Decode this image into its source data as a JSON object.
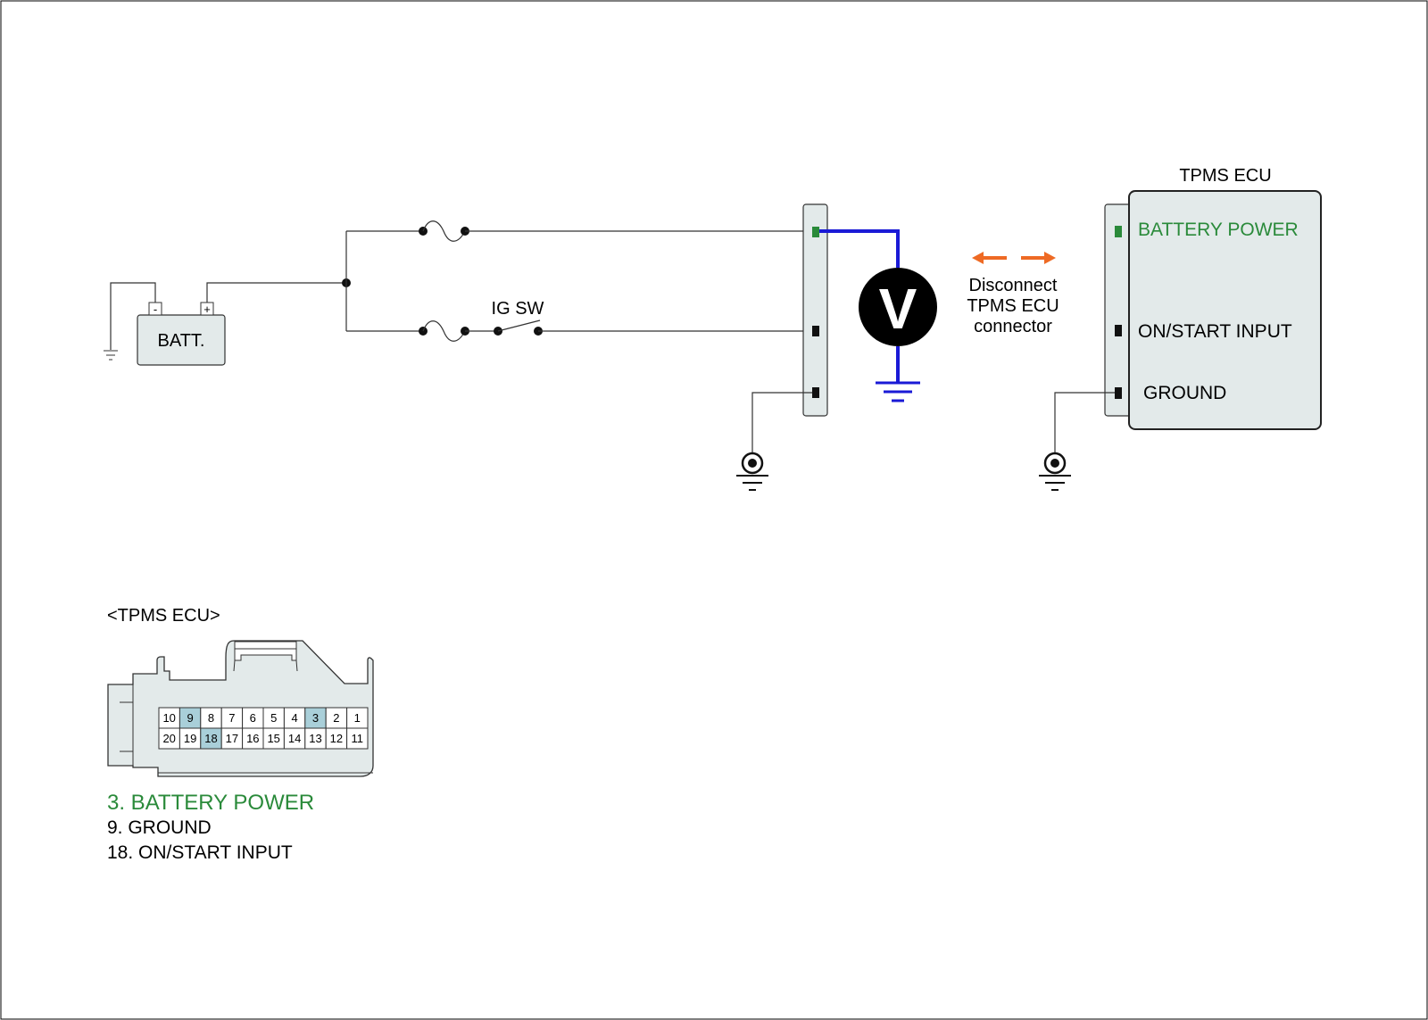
{
  "battery": {
    "label": "BATT.",
    "neg_label": "-",
    "pos_label": "+"
  },
  "ignition_switch": {
    "label": "IG SW"
  },
  "meter": {
    "label": "V"
  },
  "instruction": {
    "line1": "Disconnect",
    "line2": "TPMS ECU",
    "line3": "connector"
  },
  "ecu": {
    "title": "TPMS ECU",
    "pins": {
      "battery_power": "BATTERY POWER",
      "on_start_input": "ON/START INPUT",
      "ground": "GROUND"
    }
  },
  "connector": {
    "title": "<TPMS ECU>",
    "top_row": [
      "10",
      "9",
      "8",
      "7",
      "6",
      "5",
      "4",
      "3",
      "2",
      "1"
    ],
    "bottom_row": [
      "20",
      "19",
      "18",
      "17",
      "16",
      "15",
      "14",
      "13",
      "12",
      "11"
    ],
    "highlighted_pins": [
      "9",
      "3",
      "18"
    ]
  },
  "legend": [
    {
      "text": "3. BATTERY POWER",
      "color": "#2a8a3a"
    },
    {
      "text": "9. GROUND",
      "color": "#000000"
    },
    {
      "text": "18. ON/START INPUT",
      "color": "#000000"
    }
  ],
  "colors": {
    "wire": "#333333",
    "probe_wire": "#1a1ad6",
    "arrow": "#ee6a24",
    "highlight_green": "#2a8a3a",
    "connector_fill": "#e3eaea",
    "pin_highlight": "#a9cfd9"
  }
}
